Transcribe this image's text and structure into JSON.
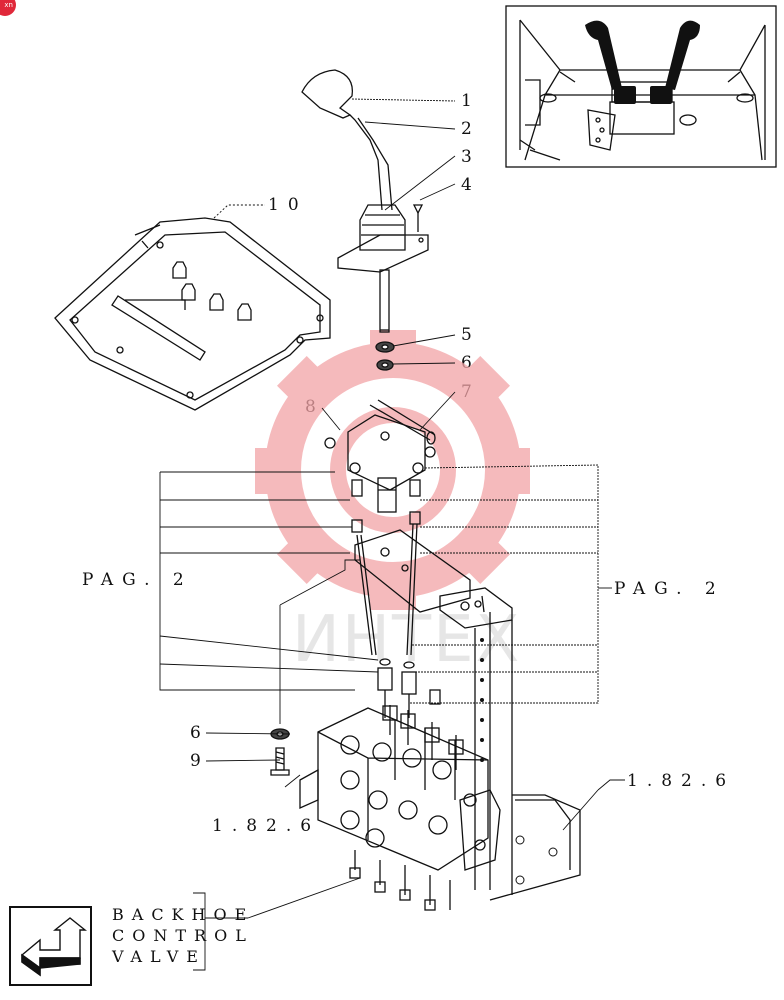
{
  "badge": "xn",
  "watermark": {
    "text": "ИНТЕХ",
    "color": "#e8343c"
  },
  "parts": [
    "1",
    "2",
    "3",
    "4",
    "5",
    "6",
    "7",
    "8",
    "10"
  ],
  "label_6_lower": "6",
  "label_9": "9",
  "pag_left": "PAG. 2",
  "pag_right": "PAG. 2",
  "ref_right": "1.82.6",
  "ref_left": "1.82.6",
  "backhoe": [
    "BACKHOE",
    "CONTROL",
    "VALVE"
  ],
  "icons": {
    "nav": "return-arrow-icon"
  }
}
